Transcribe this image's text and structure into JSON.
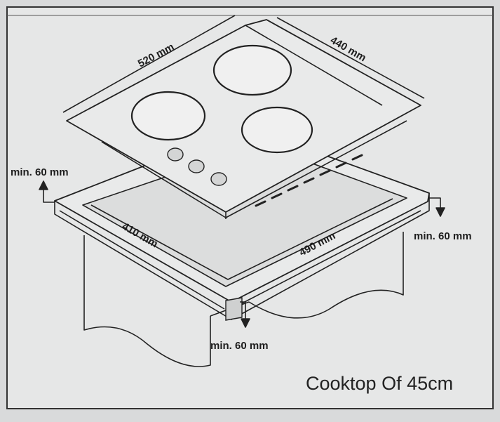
{
  "dimensions": {
    "cooktop_width": "520 mm",
    "cooktop_depth": "440 mm",
    "cutout_depth": "410 mm",
    "cutout_width": "490 mm",
    "clearance_left": "min. 60 mm",
    "clearance_right": "min. 60 mm",
    "clearance_front": "min. 60 mm"
  },
  "caption": "Cooktop Of 45cm",
  "colors": {
    "background": "#d9dadb",
    "line": "#222222",
    "panel": "#e9eaea"
  }
}
